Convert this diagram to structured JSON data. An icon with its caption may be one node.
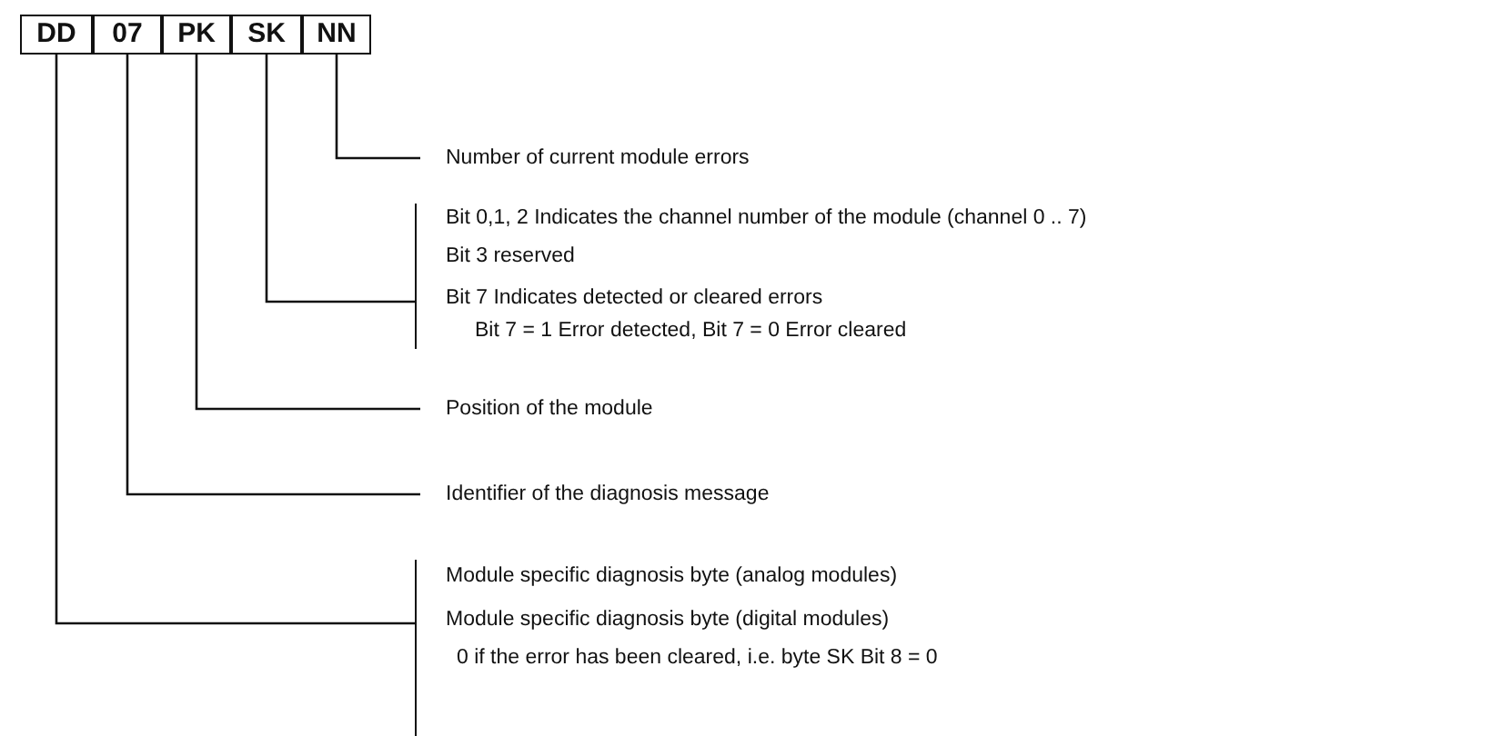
{
  "diagram": {
    "nodes": [
      {
        "text": [
          "DD"
        ]
      },
      {
        "text": [
          "07"
        ]
      },
      {
        "text": [
          "PK"
        ]
      },
      {
        "text": [
          "SK"
        ]
      },
      {
        "text": [
          "NN"
        ]
      },
      {
        "text": [
          "Number of current module errors"
        ]
      },
      {
        "text": [
          "Bit 0,1, 2 Indicates the channel number of the module (channel 0 .. 7)",
          "Bit 3 reserved",
          "Bit 7 Indicates detected or cleared errors",
          "Bit 7 = 1 Error detected, Bit 7 = 0 Error cleared"
        ]
      },
      {
        "text": [
          "Position of the module"
        ]
      },
      {
        "text": [
          "Identifier of the diagnosis message"
        ]
      },
      {
        "text": [
          "Module specific diagnosis byte (analog modules)",
          "Module specific diagnosis byte (digital modules)",
          "0 if the error has been cleared, i.e. byte SK Bit 8 = 0"
        ]
      }
    ],
    "edges": [
      {
        "from": 4,
        "to": 5,
        "arrow": "none"
      },
      {
        "from": 3,
        "to": 6,
        "arrow": "none"
      },
      {
        "from": 2,
        "to": 7,
        "arrow": "none"
      },
      {
        "from": 1,
        "to": 8,
        "arrow": "none"
      },
      {
        "from": 0,
        "to": 9,
        "arrow": "none"
      }
    ]
  }
}
